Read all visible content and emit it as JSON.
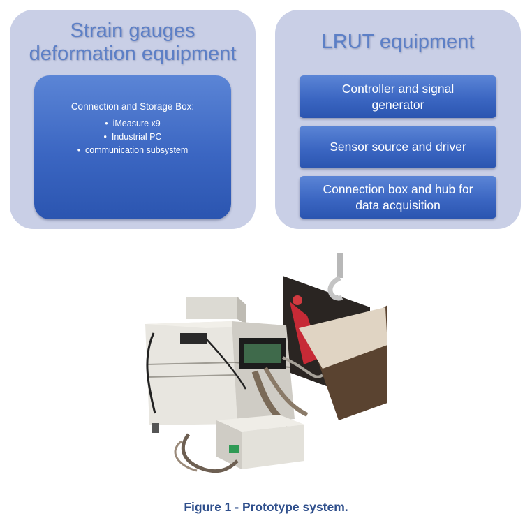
{
  "left_panel": {
    "title_line1": "Strain gauges",
    "title_line2": "deformation equipment",
    "box": {
      "heading": "Connection and Storage Box:",
      "items": [
        "iMeasure x9",
        "Industrial PC",
        "communication subsystem"
      ]
    }
  },
  "right_panel": {
    "title": "LRUT equipment",
    "boxes": [
      {
        "line1": "Controller and signal",
        "line2": "generator"
      },
      {
        "line1": "Sensor source and driver",
        "line2": ""
      },
      {
        "line1": "Connection box and hub for",
        "line2": "data acquisition"
      }
    ]
  },
  "caption": "Figure 1 - Prototype system.",
  "colors": {
    "panel_bg": "#c9cfe6",
    "title_text": "#5c7fc6",
    "box_blue": "#3b66c2",
    "caption_text": "#2f4f8c"
  }
}
